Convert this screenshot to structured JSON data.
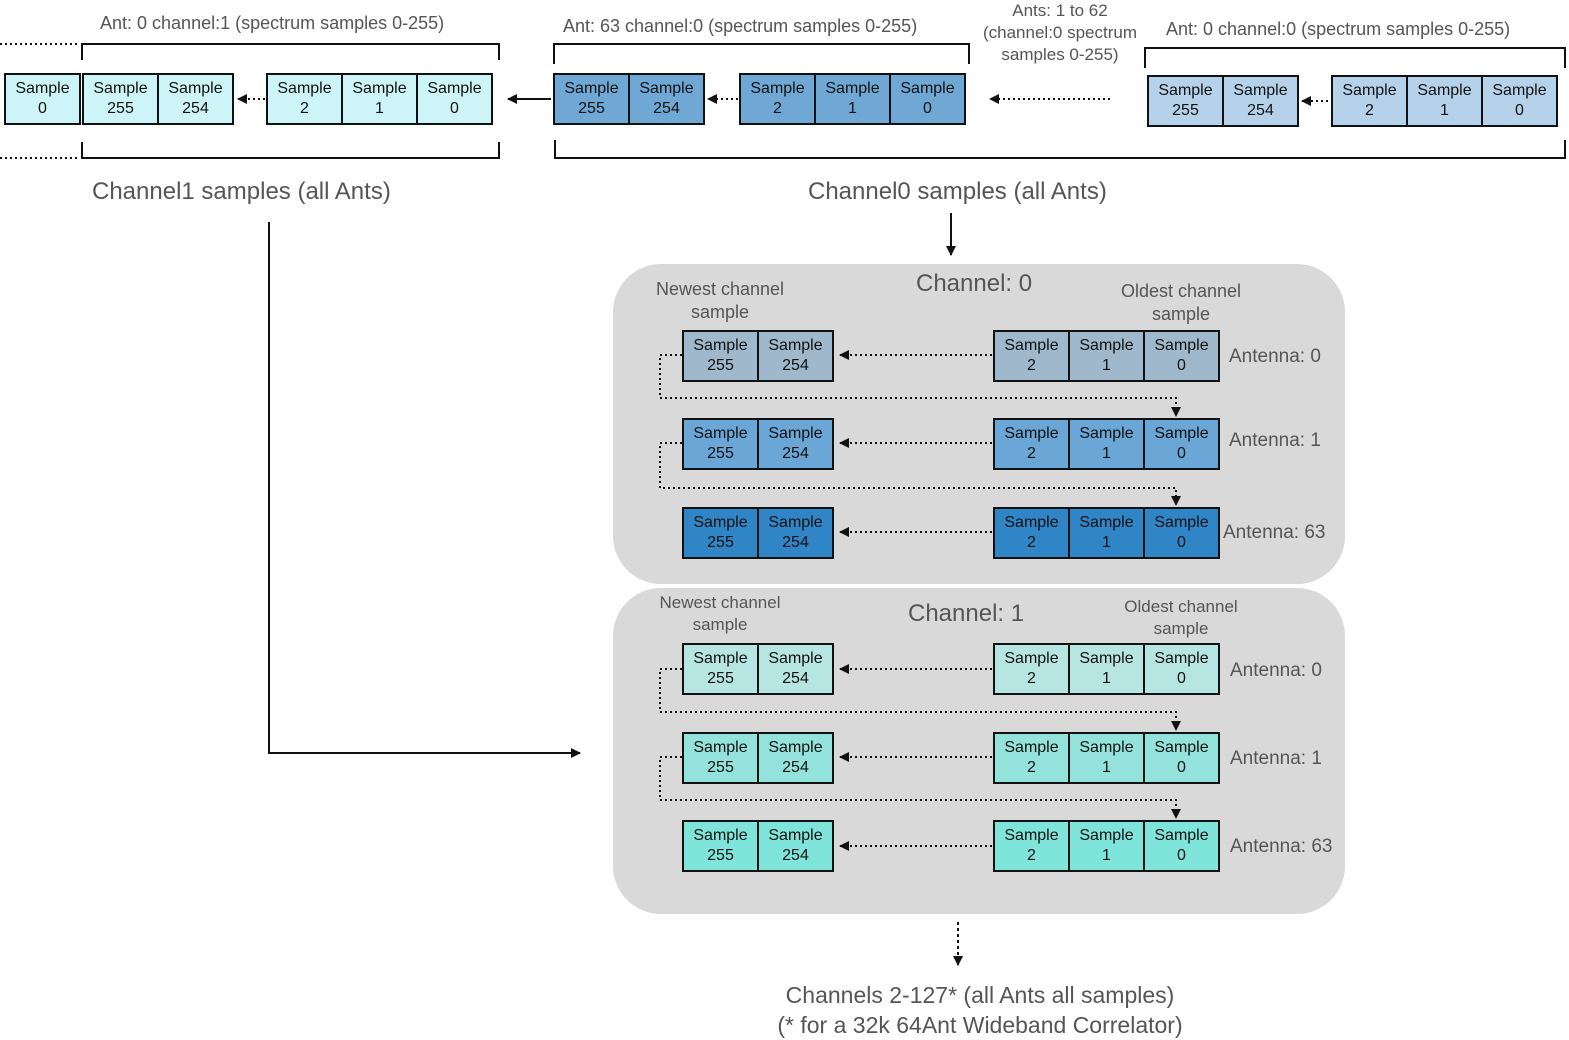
{
  "top": {
    "bracket_ch1": "Ant: 0 channel:1 (spectrum samples 0-255)",
    "bracket_ant63": "Ant: 63 channel:0 (spectrum samples 0-255)",
    "ants_mid": [
      "Ants: 1 to 62",
      "(channel:0 spectrum",
      "samples 0-255)"
    ],
    "bracket_ant0": "Ant: 0 channel:0 (spectrum samples 0-255)",
    "channel1_caption": "Channel1 samples (all Ants)",
    "channel0_caption": "Channel0 samples (all Ants)"
  },
  "sample_word": "Sample",
  "sample_numbers": {
    "s0": "0",
    "s1": "1",
    "s2": "2",
    "s254": "254",
    "s255": "255"
  },
  "panel0": {
    "title": "Channel: 0",
    "newest": [
      "Newest channel",
      "sample"
    ],
    "oldest": [
      "Oldest channel",
      "sample"
    ],
    "antennas": [
      "Antenna: 0",
      "Antenna: 1",
      "Antenna: 63"
    ]
  },
  "panel1": {
    "title": "Channel: 1",
    "newest": [
      "Newest channel",
      "sample"
    ],
    "oldest": [
      "Oldest channel",
      "sample"
    ],
    "antennas": [
      "Antenna: 0",
      "Antenna: 1",
      "Antenna: 63"
    ]
  },
  "footer": {
    "line1": "Channels 2-127* (all Ants all samples)",
    "line2": "(* for a 32k 64Ant Wideband Correlator)"
  },
  "colors": {
    "panel": "#d9d9d9",
    "channel1_top": "#cdf5f8",
    "ant63_top": "#6fa8d4",
    "ant0_top": "#b6d2ea",
    "ch0_ant0": "#9fb8cc",
    "ch0_ant1": "#6aa6d6",
    "ch0_ant63": "#2f85c5",
    "ch1_ant0": "#b7e6e2",
    "ch1_ant1": "#93e3dc",
    "ch1_ant63": "#7fe5db"
  }
}
